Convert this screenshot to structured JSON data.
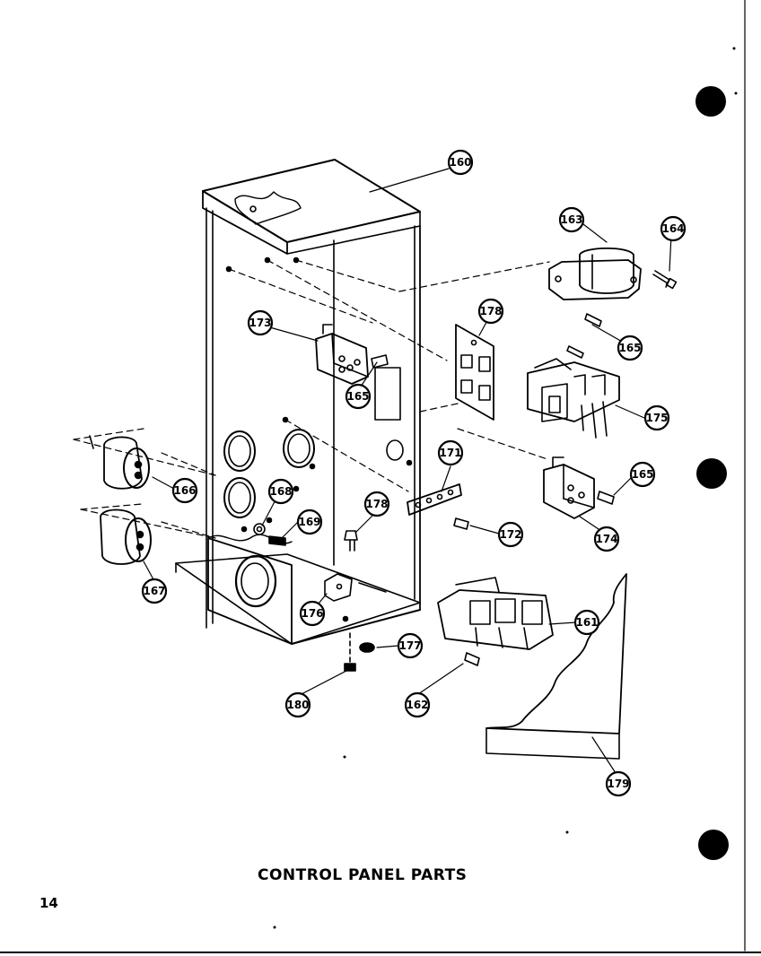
{
  "page": {
    "caption": "CONTROL PANEL PARTS",
    "page_number": "14"
  },
  "callouts": [
    "160",
    "163",
    "164",
    "178",
    "173",
    "165",
    "165",
    "175",
    "171",
    "165",
    "166",
    "168",
    "178",
    "169",
    "172",
    "174",
    "167",
    "176",
    "161",
    "177",
    "180",
    "162",
    "179"
  ]
}
